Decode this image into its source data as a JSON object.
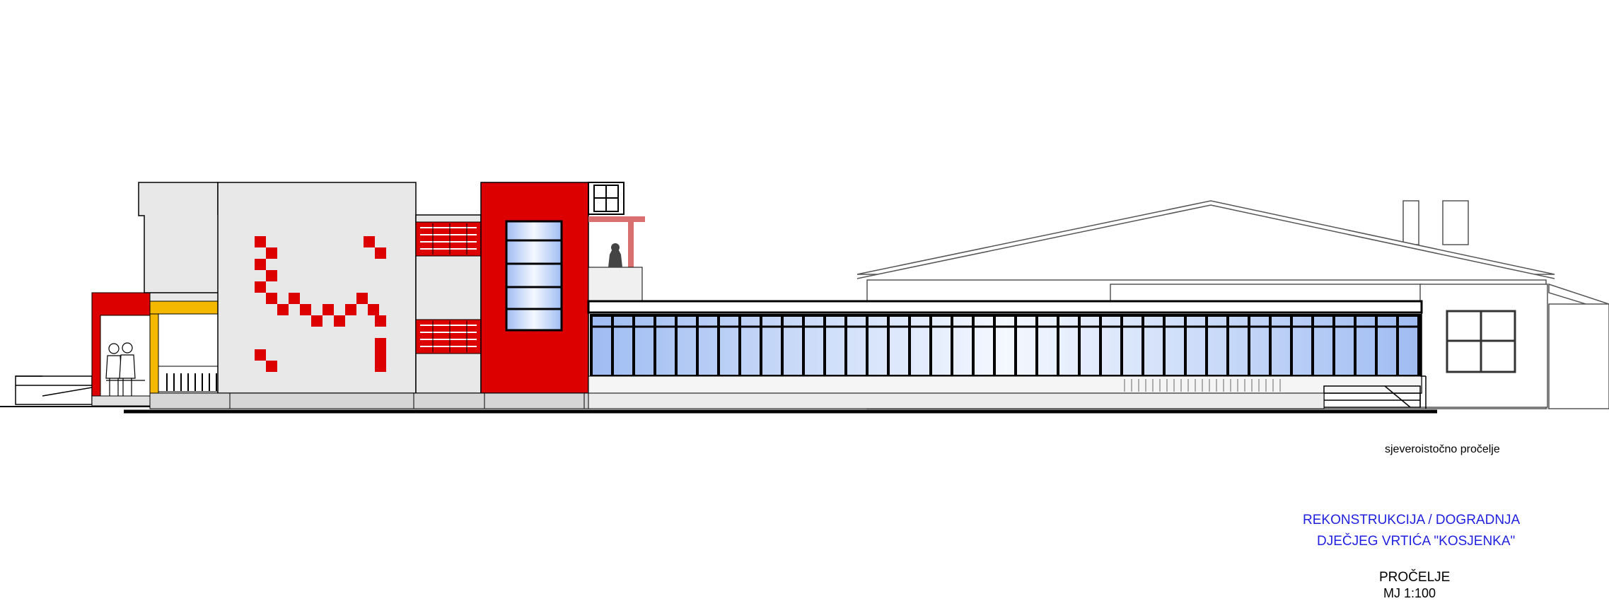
{
  "caption": "sjeverois­točno pročelje",
  "title_block": {
    "line1": "REKONSTRUKCIJA / DOGRADNJA",
    "line2": "DJEČJEG VRTIĆA  \"KOSJENKA\"",
    "sheet": "PROČELJE",
    "scale": "MJ   1:100"
  },
  "colors": {
    "accent_red": "#dd0000",
    "accent_yellow": "#f5b800",
    "wall_grey": "#e8e8e8",
    "glass_blue": "#dfe9fb",
    "title_blue": "#1f1fe0",
    "pergola_pink": "#d87070"
  }
}
